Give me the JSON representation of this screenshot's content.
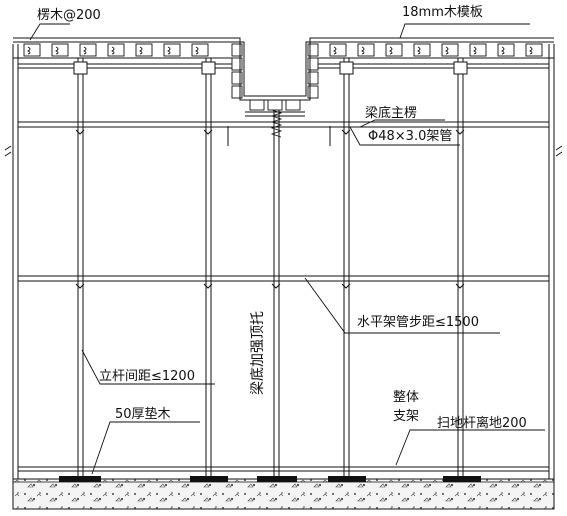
{
  "labels": {
    "timber_joist": "楞木@200",
    "formwork": "18mm木模板",
    "main_joist": "梁底主楞",
    "pipe_spec": "Φ48×3.0架管",
    "horizontal_step": "水平架管步距≤1500",
    "beam_support": "梁底加强顶托",
    "pole_spacing": "立杆间距≤1200",
    "pad": "50厚垫木",
    "frame_line1": "整体",
    "frame_line2": "支架",
    "sweep_rod": "扫地杆离地200"
  },
  "colors": {
    "line": "#111111",
    "ground_fill": "#e8e8e8",
    "pad": "#111111"
  }
}
